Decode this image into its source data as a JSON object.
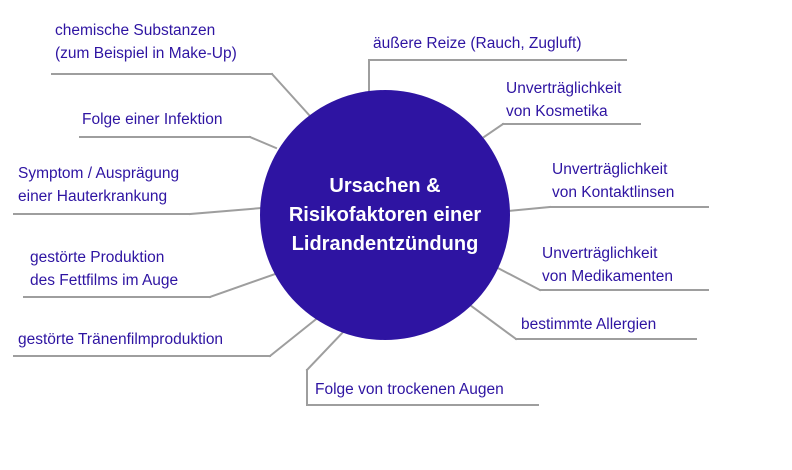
{
  "theme": {
    "hub_color": "#2e14a2",
    "label_color": "#2e14a2",
    "connector_color": "#9e9e9e"
  },
  "center": {
    "lines": [
      "Ursachen &",
      "Risikofaktoren einer",
      "Lidrandentzündung"
    ]
  },
  "causes": [
    {
      "id": "chem",
      "lines": [
        "chemische Substanzen",
        "(zum Beispiel in Make-Up)"
      ]
    },
    {
      "id": "infection",
      "lines": [
        "Folge einer Infektion"
      ]
    },
    {
      "id": "symptom",
      "lines": [
        "Symptom / Ausprägung",
        "einer Hauterkrankung"
      ]
    },
    {
      "id": "fettfilm",
      "lines": [
        "gestörte Produktion",
        "des Fettfilms im Auge"
      ]
    },
    {
      "id": "traenen",
      "lines": [
        "gestörte Tränenfilmproduktion"
      ]
    },
    {
      "id": "trocken",
      "lines": [
        "Folge von trockenen Augen"
      ]
    },
    {
      "id": "reize",
      "lines": [
        "äußere Reize (Rauch, Zugluft)"
      ]
    },
    {
      "id": "kosmetika",
      "lines": [
        "Unverträglichkeit",
        "von Kosmetika"
      ]
    },
    {
      "id": "kontaktlinsen",
      "lines": [
        "Unverträglichkeit",
        "von Kontaktlinsen"
      ]
    },
    {
      "id": "medikamente",
      "lines": [
        "Unverträglichkeit",
        "von Medikamenten"
      ]
    },
    {
      "id": "allergien",
      "lines": [
        "bestimmte Allergien"
      ]
    }
  ]
}
